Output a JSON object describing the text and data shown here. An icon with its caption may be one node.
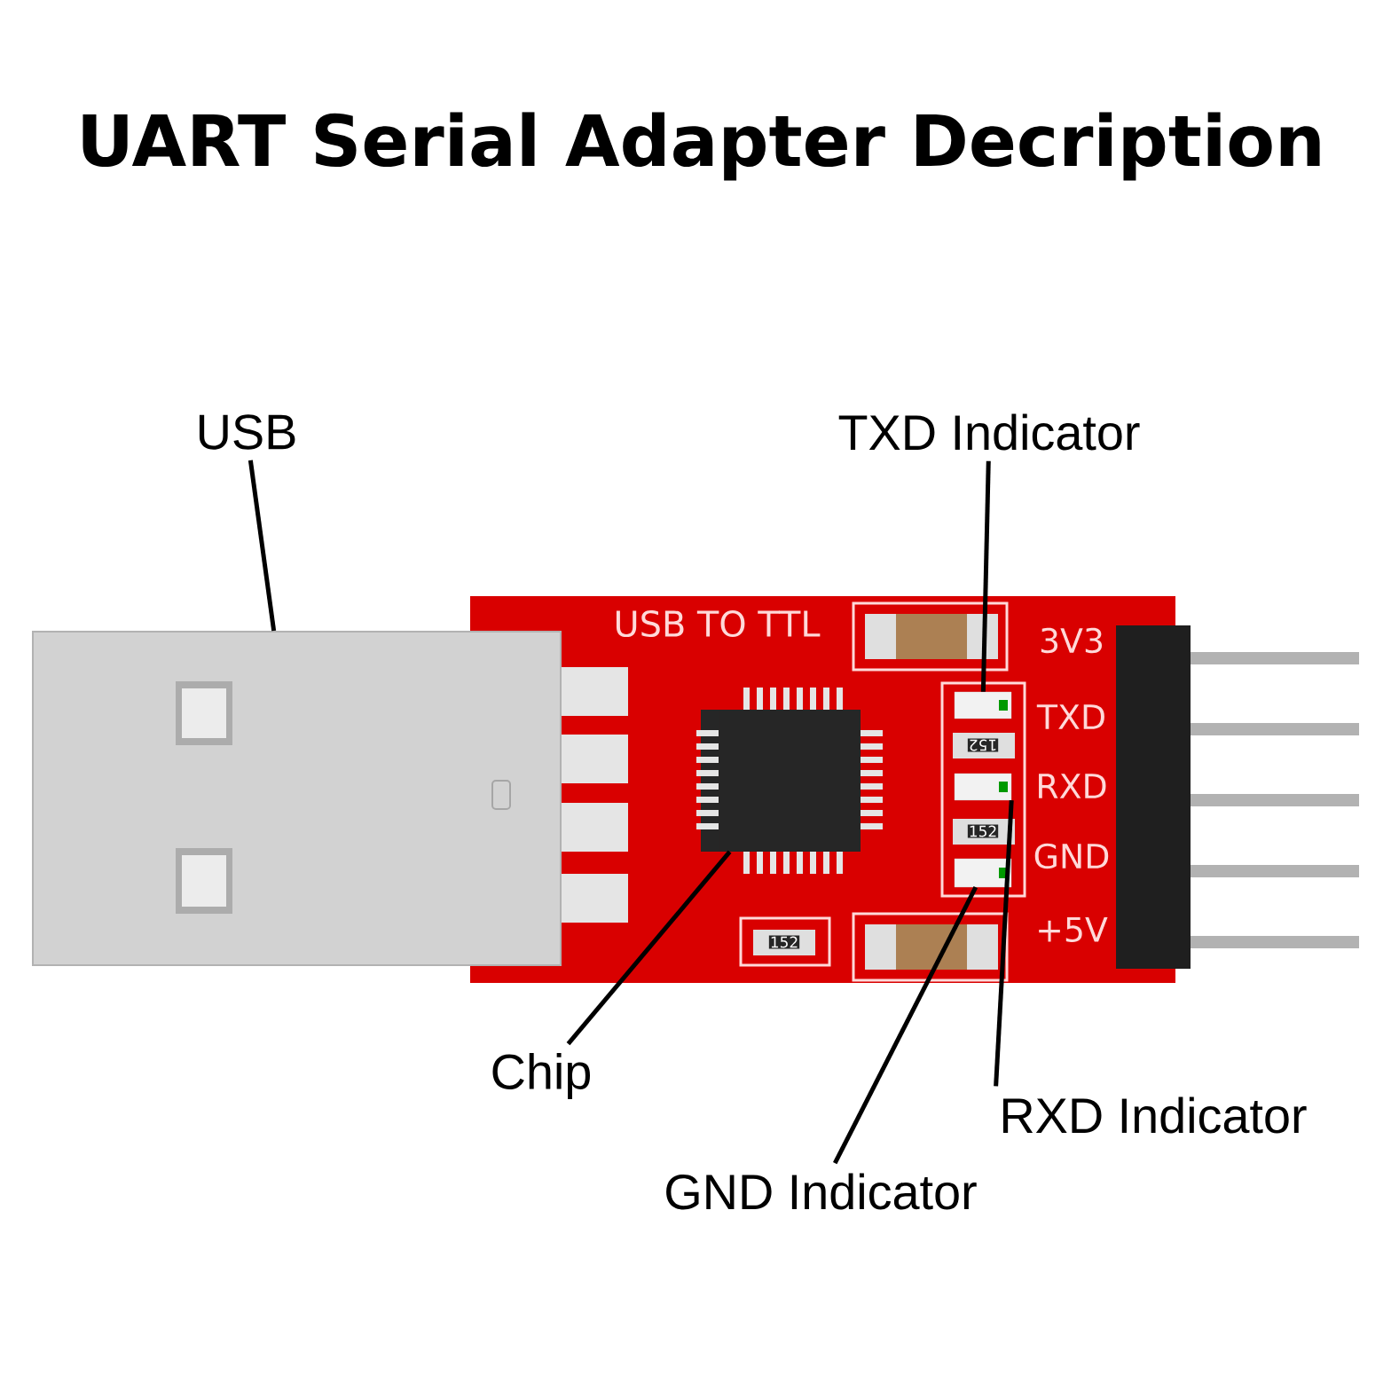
{
  "diagram": {
    "title": "UART Serial Adapter Decription",
    "nodes": [
      {
        "text": [
          "USB"
        ]
      },
      {
        "text": [
          "TXD Indicator"
        ]
      },
      {
        "text": [
          "Chip"
        ]
      },
      {
        "text": [
          "RXD Indicator"
        ]
      },
      {
        "text": [
          "GND Indicator"
        ]
      },
      {
        "text": [],
        "shape": "picture"
      },
      {
        "text": [],
        "shape": "box"
      },
      {
        "text": [],
        "shape": "box"
      },
      {
        "text": [],
        "shape": "box"
      },
      {
        "text": [],
        "shape": "box"
      }
    ],
    "edges": [
      {
        "from": 0,
        "to": 5,
        "arrow": "none"
      },
      {
        "from": 1,
        "to": 6,
        "arrow": "none"
      },
      {
        "from": 2,
        "to": 7,
        "arrow": "none"
      },
      {
        "from": 3,
        "to": 8,
        "arrow": "none"
      },
      {
        "from": 4,
        "to": 9,
        "arrow": "none"
      }
    ],
    "labels": [
      "USB TO TTL",
      "3V3",
      "TXD",
      "RXD",
      "GND",
      "+5V",
      "152",
      "152",
      "152"
    ]
  }
}
